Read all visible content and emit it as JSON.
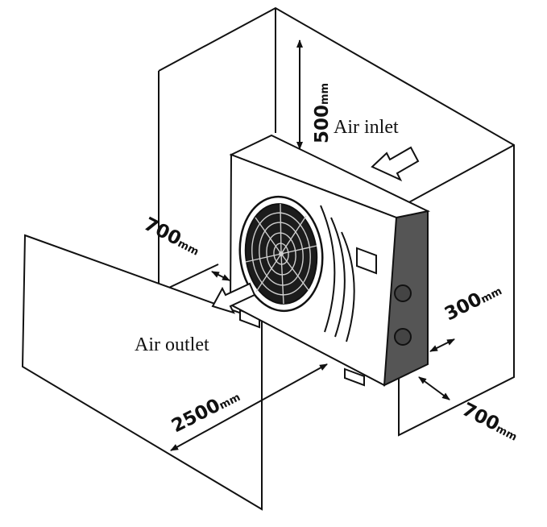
{
  "labels": {
    "air_inlet": "Air inlet",
    "air_outlet": "Air outlet"
  },
  "dimensions": {
    "top": {
      "value": "500",
      "unit": "mm"
    },
    "left": {
      "value": "700",
      "unit": "mm"
    },
    "right_back": {
      "value": "300",
      "unit": "mm"
    },
    "right_side": {
      "value": "700",
      "unit": "mm"
    },
    "front": {
      "value": "2500",
      "unit": "mm"
    }
  },
  "icons": [
    "air-inlet-arrow-icon",
    "air-outlet-arrow-icon",
    "fan-grille-icon"
  ],
  "colors": {
    "line": "#111111",
    "unit_side": "#555555",
    "background": "#ffffff"
  }
}
